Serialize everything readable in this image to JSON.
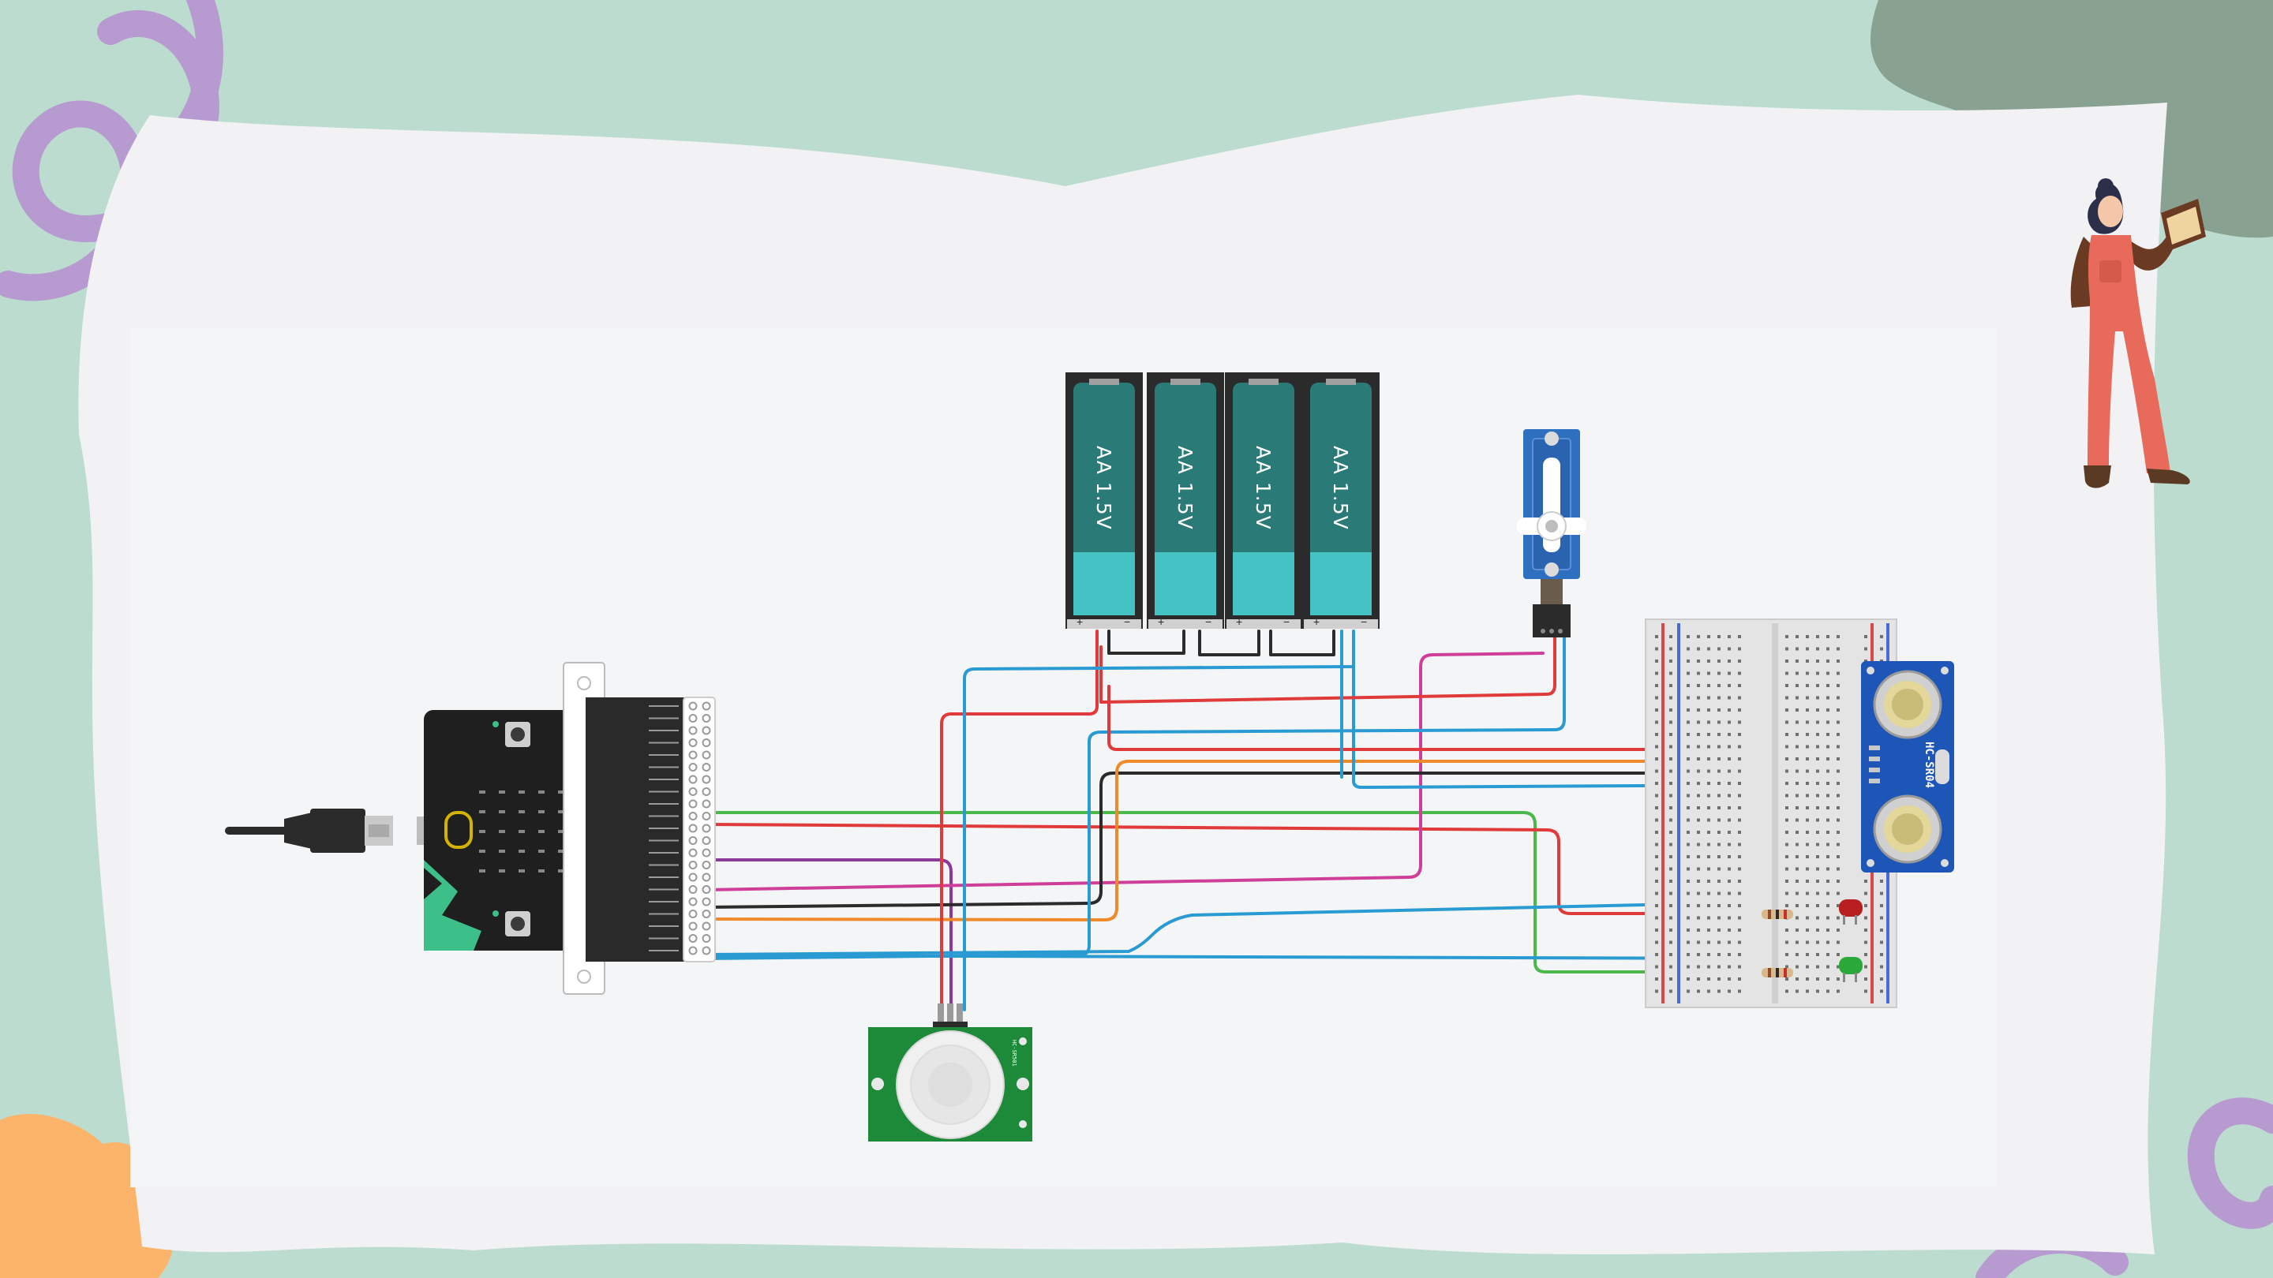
{
  "colors": {
    "background": "#bcdcd0",
    "paper": "#f2f2f4",
    "canvas": "#f4f5f7",
    "swirl": "#b79ad0",
    "blob": "#88a190",
    "orange_blob": "#fbb46a",
    "battery": "#2a7a78",
    "battery_cap": "#45c2c3",
    "wire_red": "#e03a3a",
    "wire_blue": "#2a9bd2",
    "wire_green": "#4bb84b",
    "wire_black": "#2b2b2b",
    "wire_orange": "#ef8a2a",
    "wire_magenta": "#cf3f9a",
    "wire_purple": "#8b3a9b"
  },
  "batteries": [
    {
      "label": "AA 1.5V"
    },
    {
      "label": "AA 1.5V"
    },
    {
      "label": "AA 1.5V"
    },
    {
      "label": "AA 1.5V"
    }
  ],
  "sensor": {
    "label": "HC-SR04"
  },
  "pir": {
    "label": "HC-SR501"
  },
  "components": [
    {
      "name": "usb-cable-icon"
    },
    {
      "name": "microbit-board"
    },
    {
      "name": "edge-connector-breakout"
    },
    {
      "name": "battery-pack"
    },
    {
      "name": "servo-motor"
    },
    {
      "name": "breadboard"
    },
    {
      "name": "ultrasonic-sensor"
    },
    {
      "name": "pir-motion-sensor"
    },
    {
      "name": "red-led"
    },
    {
      "name": "green-led"
    },
    {
      "name": "resistor"
    },
    {
      "name": "teacher-illustration"
    }
  ]
}
